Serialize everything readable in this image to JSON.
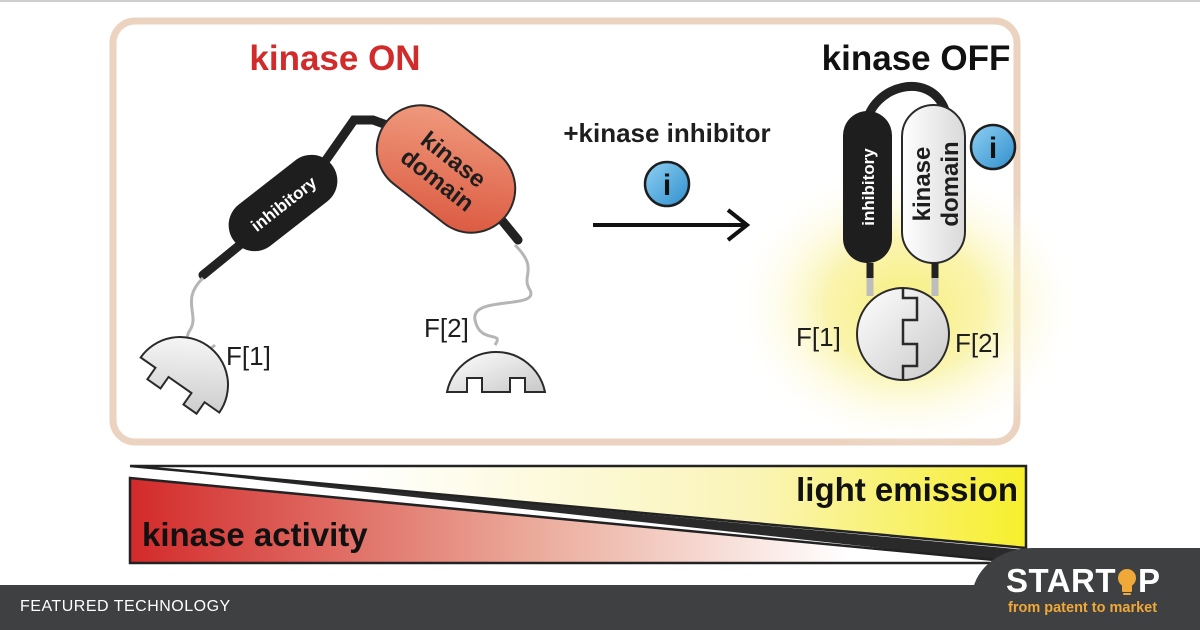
{
  "diagram": {
    "state_on_label": "kinase ON",
    "state_off_label": "kinase OFF",
    "arrow_label": "+kinase inhibitor",
    "inhibitor_symbol": "i",
    "inhibitory_label": "inhibitory",
    "kinase_domain_line1": "kinase",
    "kinase_domain_line2": "domain",
    "fragment1_label": "F[1]",
    "fragment2_label": "F[2]",
    "gradient_light_label": "light emission",
    "gradient_activity_label": "kinase activity"
  },
  "footer": {
    "featured_label": "FEATURED TECHNOLOGY",
    "brand_name_pre": "START",
    "brand_name_post": "P",
    "brand_tagline": "from patent to market"
  },
  "colors": {
    "on_label": "#d12b2b",
    "panel_border": "#ebd3bf",
    "kinase_domain_fill": "#e06a4e",
    "inhibitor_fill": "#4ba8e0",
    "glow": "#f7ef7c",
    "activity_red": "#d32a2a",
    "emission_yellow": "#f7ef2c",
    "brand_orange": "#f0a838"
  },
  "icons": {
    "inhibitor": "info-circle-icon",
    "reaction_arrow": "arrow-right-icon",
    "brand_bulb": "lightbulb-icon"
  }
}
